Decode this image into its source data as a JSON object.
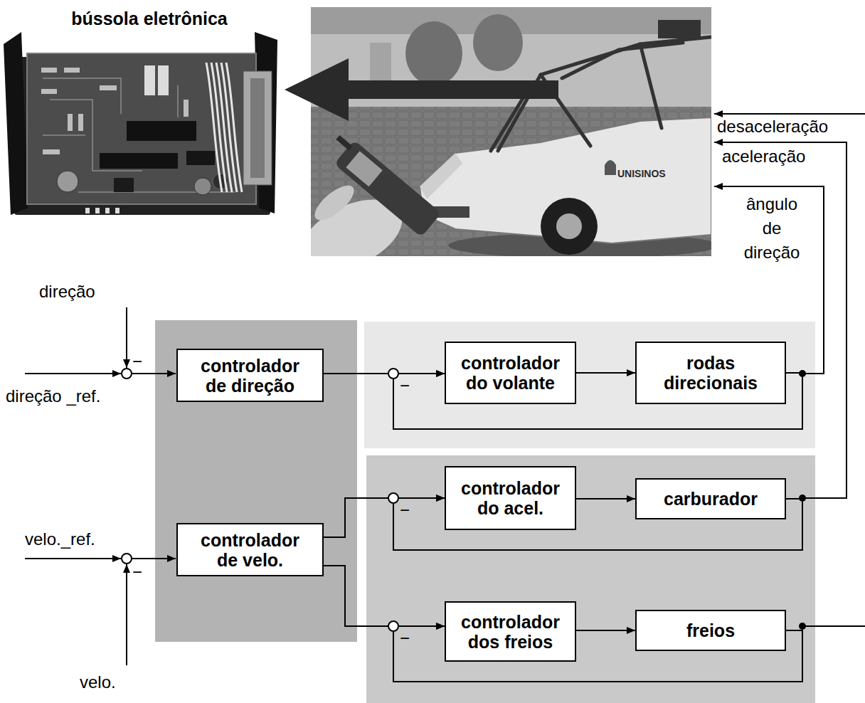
{
  "diagram": {
    "nodes": [
      {
        "text": [
          "controlador de direção"
        ]
      },
      {
        "text": [
          "controlador do volante"
        ]
      },
      {
        "text": [
          "rodas direcionais"
        ]
      },
      {
        "text": [
          "controlador do acel."
        ]
      },
      {
        "text": [
          "carburador"
        ]
      },
      {
        "text": [
          "controlador de velo."
        ]
      },
      {
        "text": [
          "controlador dos freios"
        ]
      },
      {
        "text": [
          "freios"
        ]
      }
    ],
    "edges": [
      {
        "from": 0,
        "to": 1,
        "arrow": "to"
      },
      {
        "from": 1,
        "to": 2,
        "arrow": "to"
      },
      {
        "from": 2,
        "to": 1,
        "arrow": "to"
      },
      {
        "from": 3,
        "to": 4,
        "arrow": "to"
      },
      {
        "from": 4,
        "to": 3,
        "arrow": "to"
      },
      {
        "from": 5,
        "to": 3,
        "arrow": "to"
      },
      {
        "from": 5,
        "to": 6,
        "arrow": "to"
      },
      {
        "from": 6,
        "to": 7,
        "arrow": "to"
      },
      {
        "from": 7,
        "to": 6,
        "arrow": "to"
      }
    ],
    "labels": [
      "bússola eletrônica",
      "UNISINOS",
      "desaceleração",
      "aceleração",
      "ângulo de direção",
      "direção",
      "−",
      "direção _ref.",
      "−",
      "−",
      "velo._ref.",
      "−",
      "−",
      "velo."
    ]
  }
}
